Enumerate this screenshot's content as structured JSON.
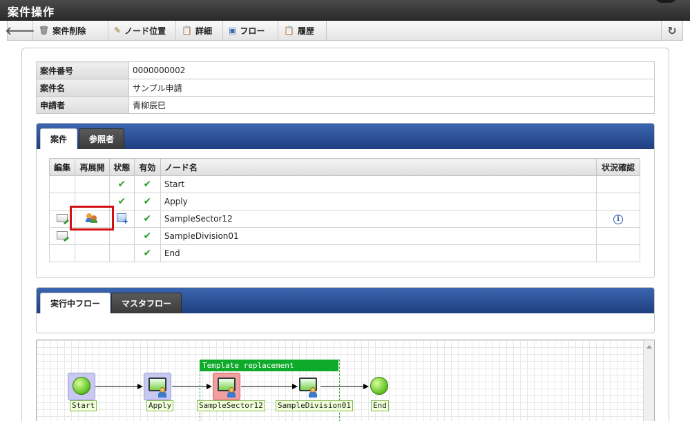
{
  "window": {
    "title": "案件操作"
  },
  "toolbar": {
    "back_icon": "arrow-left-icon",
    "delete_label": "案件削除",
    "node_position_label": "ノード位置",
    "detail_label": "詳細",
    "flow_label": "フロー",
    "history_label": "履歴",
    "refresh_icon": "refresh-icon"
  },
  "case_info": {
    "rows": [
      {
        "label": "案件番号",
        "value": "0000000002"
      },
      {
        "label": "案件名",
        "value": "サンプル申請"
      },
      {
        "label": "申請者",
        "value": "青柳辰巳"
      }
    ]
  },
  "case_tabs": {
    "active": "案件",
    "inactive": "参照者"
  },
  "node_table": {
    "headers": [
      "編集",
      "再展開",
      "状態",
      "有効",
      "ノード名",
      "状況確認"
    ],
    "rows": [
      {
        "edit": false,
        "reopen": false,
        "state": "check",
        "valid": true,
        "name": "Start",
        "status_info": false
      },
      {
        "edit": false,
        "reopen": false,
        "state": "check",
        "valid": true,
        "name": "Apply",
        "status_info": false
      },
      {
        "edit": true,
        "reopen": true,
        "state": "processing",
        "valid": true,
        "name": "SampleSector12",
        "status_info": true
      },
      {
        "edit": true,
        "reopen": false,
        "state": "none",
        "valid": true,
        "name": "SampleDivision01",
        "status_info": false
      },
      {
        "edit": false,
        "reopen": false,
        "state": "none",
        "valid": true,
        "name": "End",
        "status_info": false
      }
    ]
  },
  "flow_tabs": {
    "active": "実行中フロー",
    "inactive": "マスタフロー"
  },
  "flow_diagram": {
    "group_label": "Template replacement",
    "nodes": [
      {
        "label": "Start",
        "kind": "start"
      },
      {
        "label": "Apply",
        "kind": "user"
      },
      {
        "label": "SampleSector12",
        "kind": "user-current"
      },
      {
        "label": "SampleDivision01",
        "kind": "user"
      },
      {
        "label": "End",
        "kind": "end"
      }
    ]
  },
  "colors": {
    "tab_bar": "#2a4f95",
    "highlight": "#d21010",
    "check": "#2e9e2e",
    "group": "#0faa2a",
    "current_node": "#f0a0a0",
    "node_box": "#c8c8f0"
  }
}
